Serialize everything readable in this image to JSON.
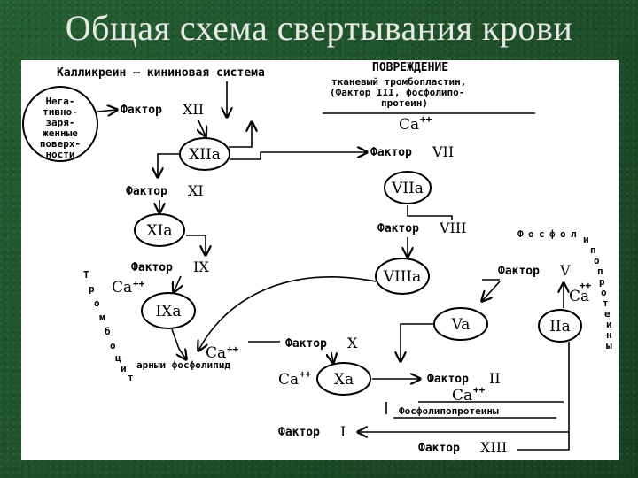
{
  "title": "Общая схема свертывания крови",
  "diagram": {
    "kallikrein": "Калликреин — кининовая система",
    "negative": [
      "Нега-",
      "тивно-",
      "заря-",
      "женные",
      "поверх-",
      "ности"
    ],
    "damage": "ПОВРЕЖДЕНИЕ",
    "tissue1": "тканевый тромбопластин,",
    "tissue2": "(Фактор III, фосфолипо-",
    "tissue3": "протеин)",
    "ca": "Ca",
    "ca_sup": "++",
    "factor_word": "Фактор",
    "f12": "XII",
    "n12a": "XIIa",
    "f11": "XI",
    "n11a": "XIa",
    "f9": "IX",
    "n9a": "IXa",
    "f7": "VII",
    "n7a": "VIIa",
    "f8": "VIII",
    "n8a": "VIIIa",
    "f5": "V",
    "n5a": "Va",
    "n2a": "IIa",
    "f10": "X",
    "n10a": "Xa",
    "f2": "II",
    "f1": "I",
    "f13": "XIII",
    "phospholipids_right": [
      "Ф",
      "о",
      "с",
      "ф",
      "о",
      "л",
      "и",
      "п",
      "о",
      "п",
      "р",
      "о",
      "т",
      "е",
      "и",
      "н",
      "ы"
    ],
    "platelet_vertical": [
      "Т",
      "р",
      "о",
      "м",
      "б",
      "о",
      "ц",
      "и",
      "т"
    ],
    "platelet_tail": "арныи фосфолипид",
    "phospholipoproteins": "Фосфолипопротеины"
  }
}
